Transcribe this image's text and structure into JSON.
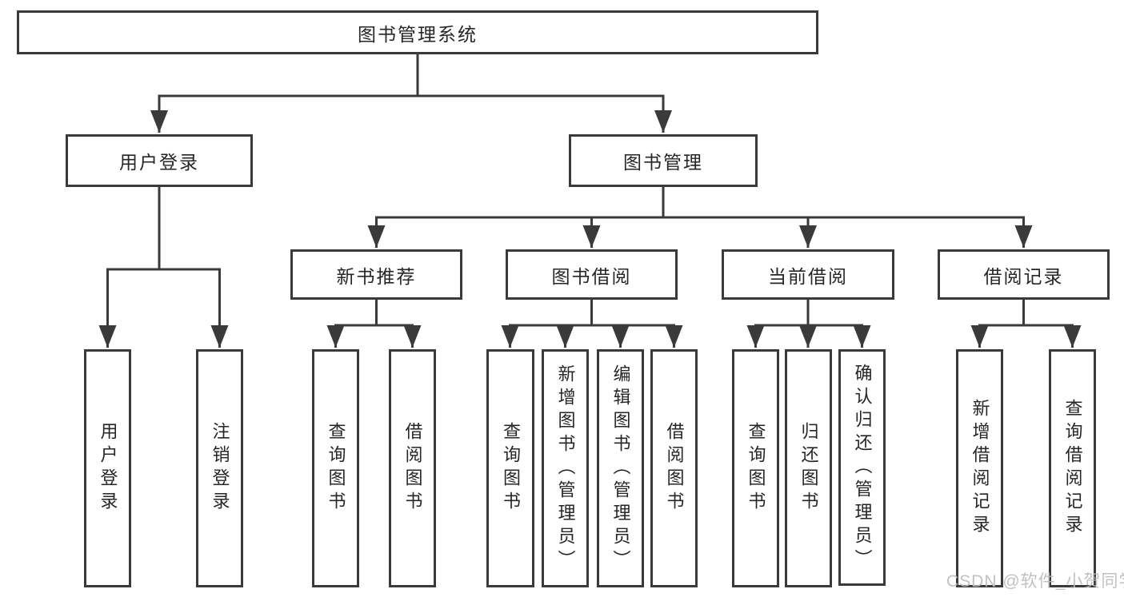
{
  "diagram_title": "图书管理系统",
  "nodes": {
    "root": {
      "label": "图书管理系统"
    },
    "user_login": {
      "label": "用户登录"
    },
    "book_mgmt": {
      "label": "图书管理"
    },
    "new_books": {
      "label": "新书推荐"
    },
    "book_borrow": {
      "label": "图书借阅"
    },
    "current_borrow": {
      "label": "当前借阅"
    },
    "borrow_records": {
      "label": "借阅记录"
    },
    "leaf_user_login": {
      "label": "用户登录"
    },
    "leaf_logout": {
      "label": "注销登录"
    },
    "leaf_nb_query": {
      "label": "查询图书"
    },
    "leaf_nb_borrow": {
      "label": "借阅图书"
    },
    "leaf_bb_query": {
      "label": "查询图书"
    },
    "leaf_bb_add": {
      "label": "新增图书（管理员）"
    },
    "leaf_bb_edit": {
      "label": "编辑图书（管理员）"
    },
    "leaf_bb_borrow": {
      "label": "借阅图书"
    },
    "leaf_cb_query": {
      "label": "查询图书"
    },
    "leaf_cb_return": {
      "label": "归还图书"
    },
    "leaf_cb_confirm": {
      "label": "确认归还（管理员）"
    },
    "leaf_br_add": {
      "label": "新增借阅记录"
    },
    "leaf_br_query": {
      "label": "查询借阅记录"
    }
  },
  "hierarchy": {
    "图书管理系统": [
      "用户登录",
      "图书管理"
    ],
    "用户登录": [
      "用户登录",
      "注销登录"
    ],
    "图书管理": [
      "新书推荐",
      "图书借阅",
      "当前借阅",
      "借阅记录"
    ],
    "新书推荐": [
      "查询图书",
      "借阅图书"
    ],
    "图书借阅": [
      "查询图书",
      "新增图书（管理员）",
      "编辑图书（管理员）",
      "借阅图书"
    ],
    "当前借阅": [
      "查询图书",
      "归还图书",
      "确认归还（管理员）"
    ],
    "借阅记录": [
      "新增借阅记录",
      "查询借阅记录"
    ]
  },
  "watermark": {
    "text": "CSDN @软件_小贺同学"
  },
  "colors": {
    "line": "#3a3a3a",
    "box_border": "#3a3a3a",
    "text": "#262626",
    "watermark": "#bcbcbc",
    "background": "#ffffff"
  }
}
